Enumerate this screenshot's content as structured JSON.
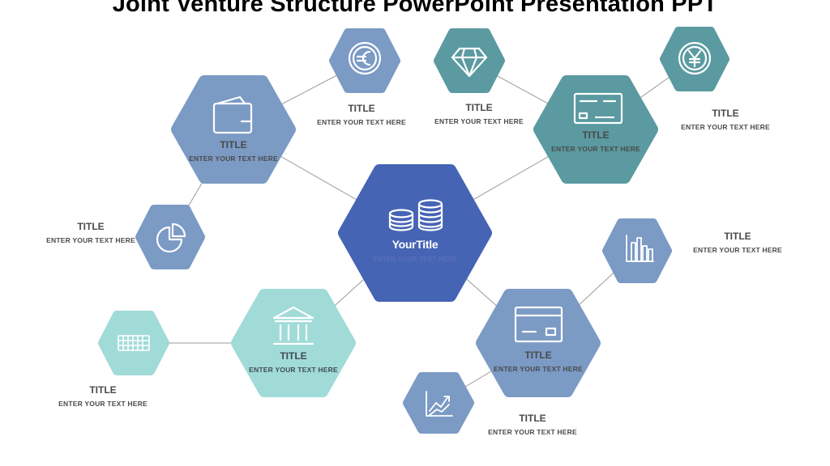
{
  "title": "Joint Venture Structure PowerPoint Presentation PPT",
  "colors": {
    "center": "#4664b4",
    "blue": "#7b9ac4",
    "teal": "#5a9aa0",
    "mint": "#a1dbd8",
    "connector": "#999999"
  },
  "center": {
    "title": "YourTitle",
    "text": "ENTER YOUR TEXT HERE",
    "icon": "coins-stack-icon"
  },
  "nodes": [
    {
      "id": "wallet",
      "title": "TITLE",
      "text": "ENTER YOUR TEXT HERE",
      "icon": "wallet-icon"
    },
    {
      "id": "card",
      "title": "TITLE",
      "text": "ENTER YOUR TEXT HERE",
      "icon": "card-icon"
    },
    {
      "id": "bank",
      "title": "TITLE",
      "text": "ENTER YOUR TEXT HERE",
      "icon": "bank-icon"
    },
    {
      "id": "creditcard",
      "title": "TITLE",
      "text": "ENTER YOUR TEXT HERE",
      "icon": "credit-card-icon"
    }
  ],
  "satellites": [
    {
      "id": "euro",
      "title": "TITLE",
      "text": "ENTER YOUR TEXT HERE",
      "icon": "euro-coin-icon"
    },
    {
      "id": "pie",
      "title": "TITLE",
      "text": "ENTER YOUR TEXT HERE",
      "icon": "pie-chart-icon"
    },
    {
      "id": "diamond",
      "title": "TITLE",
      "text": "ENTER YOUR TEXT HERE",
      "icon": "diamond-icon"
    },
    {
      "id": "yen",
      "title": "TITLE",
      "text": "ENTER YOUR TEXT HERE",
      "icon": "yen-coin-icon"
    },
    {
      "id": "keyboard",
      "title": "TITLE",
      "text": "ENTER YOUR TEXT HERE",
      "icon": "keyboard-icon"
    },
    {
      "id": "barchart",
      "title": "TITLE",
      "text": "ENTER YOUR TEXT HERE",
      "icon": "bar-chart-icon"
    },
    {
      "id": "growth",
      "title": "TITLE",
      "text": "ENTER YOUR TEXT HERE",
      "icon": "growth-chart-icon"
    }
  ]
}
